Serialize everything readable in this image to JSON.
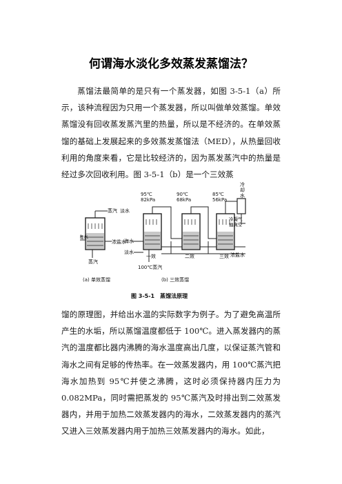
{
  "title": "何谓海水淡化多效蒸发蒸馏法？",
  "paragraph1": "蒸馏法最简单的是只有一个蒸发器，如图 3-5-1（a）所示，该种流程因为只用一个蒸发器，所以叫做单效蒸馏。单效蒸馏没有回收蒸发蒸汽里的热量，所以是不经济的。在单效蒸馏的基础上发展起来的多效蒸发蒸馏法（MED），从热量回收利用的角度来看，它是比较经济的，因为蒸发蒸汽中的热量是经过多次回收利用。图 3-5-1（b）是一个三效蒸",
  "paragraph2": "馏的原理图，并给出水温的实际数字为例子。为了避免高温所产生的水垢，所以蒸馏温度都低于 100℃。进入蒸发器内的蒸汽的温度都比器内沸腾的海水温度高出几度，以保证蒸汽管和海水之间有足够的传热率。在一效蒸发器内，用 100℃蒸汽把海水加热到 95℃并使之沸腾，这时必须保持器内压力为 0.082MPa，同时需把蒸发的 95℃蒸汽及时排出到二效蒸发器内，并用于加热二效蒸发器内的海水，二效蒸发器内的蒸汽又进入三效蒸发器内用于加热三效蒸发器内的海水。如此，",
  "figure": {
    "caption": "图 3-5-1　蒸馏法原理",
    "sub_a": "(a) 单效蒸馏",
    "sub_b": "(b) 三效蒸馏",
    "labels": {
      "steam_out": "蒸汽",
      "fresh_water_a": "淡水",
      "seawater_a": "海水",
      "brine_a": "浓盐水",
      "steam_in_a": "蒸汽",
      "effect1_temp": "95℃",
      "effect1_press": "82kPa",
      "effect2_temp": "90℃",
      "effect2_press": "68kPa",
      "effect3_temp": "85℃",
      "effect3_press": "56kPa",
      "cooling": "冷",
      "cooling2": "却",
      "cooling3": "水",
      "condenser": "冷凝气",
      "vacuum": "抽真空",
      "seawater_b": "海水",
      "fresh_water_b": "淡水",
      "steam_in_b": "100℃蒸汽",
      "brine_b": "浓盐水",
      "effect1": "一效",
      "effect2": "二效",
      "effect3": "三效"
    }
  }
}
